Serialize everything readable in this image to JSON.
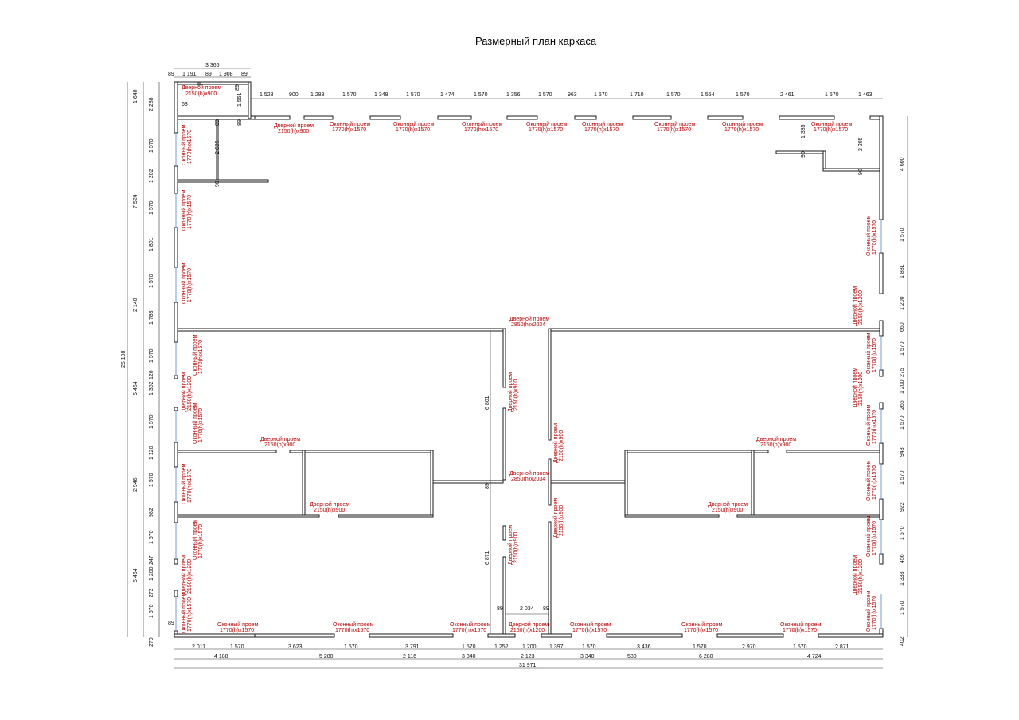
{
  "title": "Размерный план каркаса",
  "labels": {
    "door_2150x900": [
      "Дверной проем",
      "2150(h)x900"
    ],
    "window_1770x1570": [
      "Оконный проем",
      "1770(h)x1570"
    ],
    "door_2150x1200": [
      "Дверной проем",
      "2150(h)x1200"
    ],
    "door_2850x2034": [
      "Дверной проем",
      "2850(h)x2034"
    ]
  },
  "dims": {
    "top_annex": [
      "3 366",
      "89",
      "1 191",
      "89",
      "1 908",
      "89"
    ],
    "top_row": [
      "1 528",
      "900",
      "1 288",
      "1 570",
      "1 348",
      "1 570",
      "1 474",
      "1 570",
      "1 356",
      "1 570",
      "963",
      "1 570",
      "1 710",
      "1 570",
      "1 554",
      "1 570",
      "2 461",
      "1 570",
      "1 463"
    ],
    "annex_inner": [
      "63",
      "89",
      "1 551",
      "89",
      "89",
      "2 695",
      "90"
    ],
    "right_upper": [
      "1 385",
      "2 205",
      "90",
      "90"
    ],
    "left_outer": [
      "25 198",
      "7 524",
      "2 140",
      "5 464",
      "2 946",
      "5 464",
      "270"
    ],
    "left_inner": [
      "1 640",
      "2 288",
      "1 570",
      "1 202",
      "1 570",
      "1 801",
      "1 570",
      "1 783",
      "1 570",
      "126",
      "1 362",
      "1 570",
      "1 120",
      "1 570",
      "982",
      "1 570",
      "247",
      "1 200",
      "272",
      "1 570",
      "89"
    ],
    "right_inner": [
      "4 600",
      "1 570",
      "1 881",
      "1 200",
      "660",
      "1 570",
      "275",
      "1 200",
      "266",
      "1 570",
      "943",
      "1 570",
      "922",
      "1 570",
      "456",
      "1 333",
      "1 570",
      "402"
    ],
    "center": [
      "6 801",
      "89",
      "6 871",
      "89",
      "89",
      "2 034"
    ],
    "bottom_row1": [
      "2 011",
      "1 570",
      "3 623",
      "1 570",
      "3 791",
      "1 570",
      "1 252",
      "1 200",
      "1 397",
      "1 570",
      "3 436",
      "1 570",
      "2 970",
      "1 570",
      "2 871"
    ],
    "bottom_row2": [
      "4 188",
      "5 280",
      "2 116",
      "3 340",
      "2 123",
      "3 340",
      "580",
      "6 280",
      "4 724"
    ],
    "bottom_total": "31 971"
  }
}
